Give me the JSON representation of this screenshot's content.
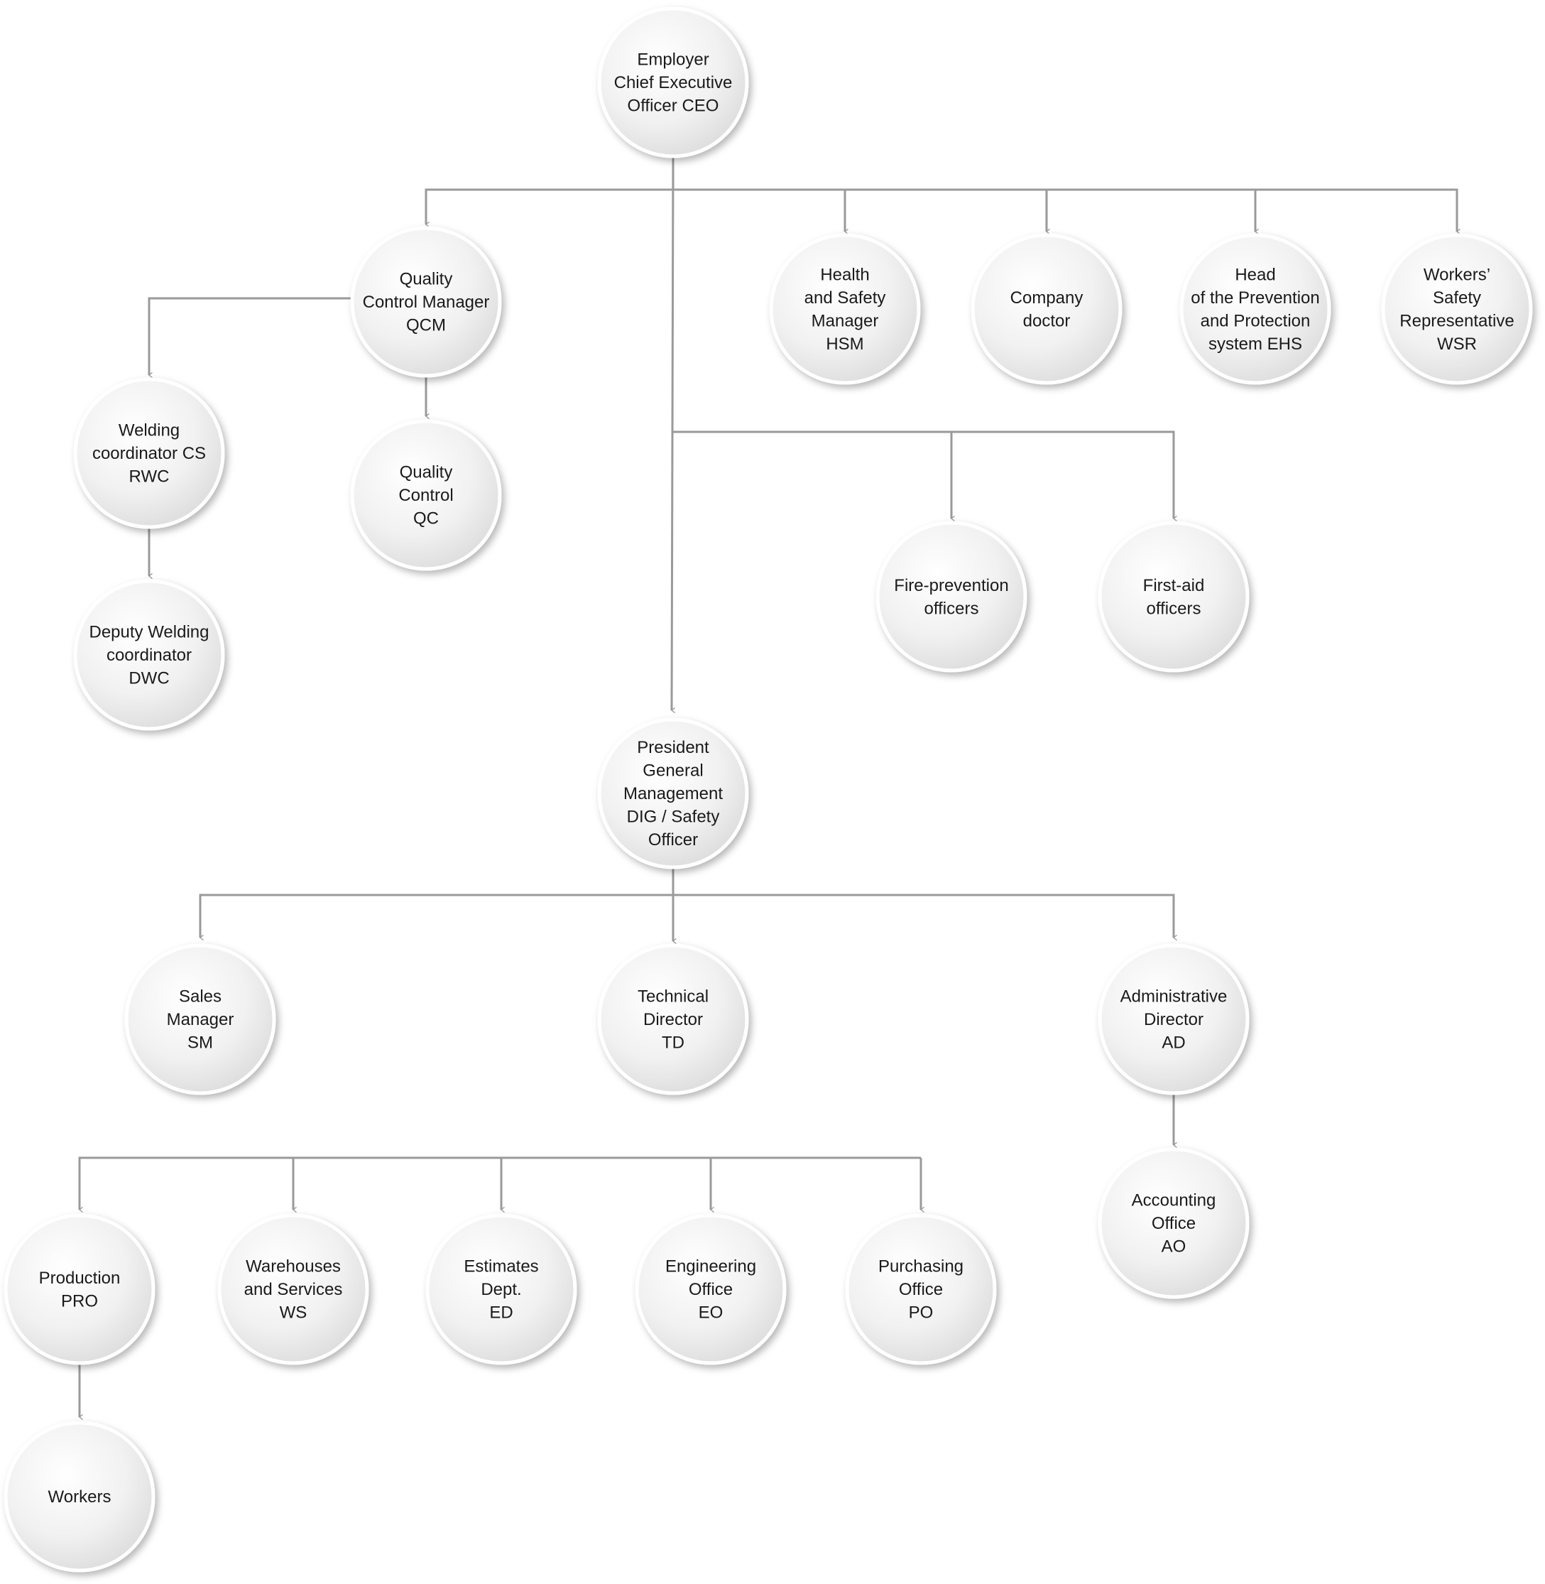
{
  "nodes": [
    {
      "id": "ceo",
      "lines": [
        "Employer",
        "Chief Executive",
        "Officer CEO"
      ]
    },
    {
      "id": "qcm",
      "lines": [
        "Quality",
        "Control Manager",
        "QCM"
      ]
    },
    {
      "id": "hsm",
      "lines": [
        "Health",
        "and Safety",
        "Manager",
        "HSM"
      ]
    },
    {
      "id": "doctor",
      "lines": [
        "Company",
        "doctor"
      ]
    },
    {
      "id": "ehs",
      "lines": [
        "Head",
        "of the Prevention",
        "and Protection",
        "system EHS"
      ]
    },
    {
      "id": "wsr",
      "lines": [
        "Workers’",
        "Safety",
        "Representative",
        "WSR"
      ]
    },
    {
      "id": "rwc",
      "lines": [
        "Welding",
        "coordinator CS",
        "RWC"
      ]
    },
    {
      "id": "qc",
      "lines": [
        "Quality",
        "Control",
        "QC"
      ]
    },
    {
      "id": "dwc",
      "lines": [
        "Deputy Welding",
        "coordinator",
        "DWC"
      ]
    },
    {
      "id": "fire",
      "lines": [
        "Fire-prevention",
        "officers"
      ]
    },
    {
      "id": "firstaid",
      "lines": [
        "First-aid",
        "officers"
      ]
    },
    {
      "id": "president",
      "lines": [
        "President",
        "General",
        "Management",
        "DIG / Safety",
        "Officer"
      ]
    },
    {
      "id": "sm",
      "lines": [
        "Sales",
        "Manager",
        "SM"
      ]
    },
    {
      "id": "td",
      "lines": [
        "Technical",
        "Director",
        "TD"
      ]
    },
    {
      "id": "ad",
      "lines": [
        "Administrative",
        "Director",
        "AD"
      ]
    },
    {
      "id": "ao",
      "lines": [
        "Accounting",
        "Office",
        "AO"
      ]
    },
    {
      "id": "pro",
      "lines": [
        "Production",
        "PRO"
      ]
    },
    {
      "id": "ws",
      "lines": [
        "Warehouses",
        "and Services",
        "WS"
      ]
    },
    {
      "id": "ed",
      "lines": [
        "Estimates",
        "Dept.",
        "ED"
      ]
    },
    {
      "id": "eo",
      "lines": [
        "Engineering",
        "Office",
        "EO"
      ]
    },
    {
      "id": "po",
      "lines": [
        "Purchasing",
        "Office",
        "PO"
      ]
    },
    {
      "id": "workers",
      "lines": [
        "Workers"
      ]
    }
  ],
  "edges": [
    {
      "from": "ceo",
      "to": "qcm"
    },
    {
      "from": "ceo",
      "to": "hsm"
    },
    {
      "from": "ceo",
      "to": "doctor"
    },
    {
      "from": "ceo",
      "to": "ehs"
    },
    {
      "from": "ceo",
      "to": "wsr"
    },
    {
      "from": "qcm",
      "to": "rwc"
    },
    {
      "from": "qcm",
      "to": "qc"
    },
    {
      "from": "rwc",
      "to": "dwc"
    },
    {
      "from": "ceo",
      "to": "fire"
    },
    {
      "from": "ceo",
      "to": "firstaid"
    },
    {
      "from": "ceo",
      "to": "president"
    },
    {
      "from": "president",
      "to": "sm"
    },
    {
      "from": "president",
      "to": "td"
    },
    {
      "from": "president",
      "to": "ad"
    },
    {
      "from": "ad",
      "to": "ao"
    },
    {
      "from": "td",
      "to": "pro"
    },
    {
      "from": "td",
      "to": "ws"
    },
    {
      "from": "td",
      "to": "ed"
    },
    {
      "from": "td",
      "to": "eo"
    },
    {
      "from": "td",
      "to": "po"
    },
    {
      "from": "pro",
      "to": "workers"
    }
  ]
}
